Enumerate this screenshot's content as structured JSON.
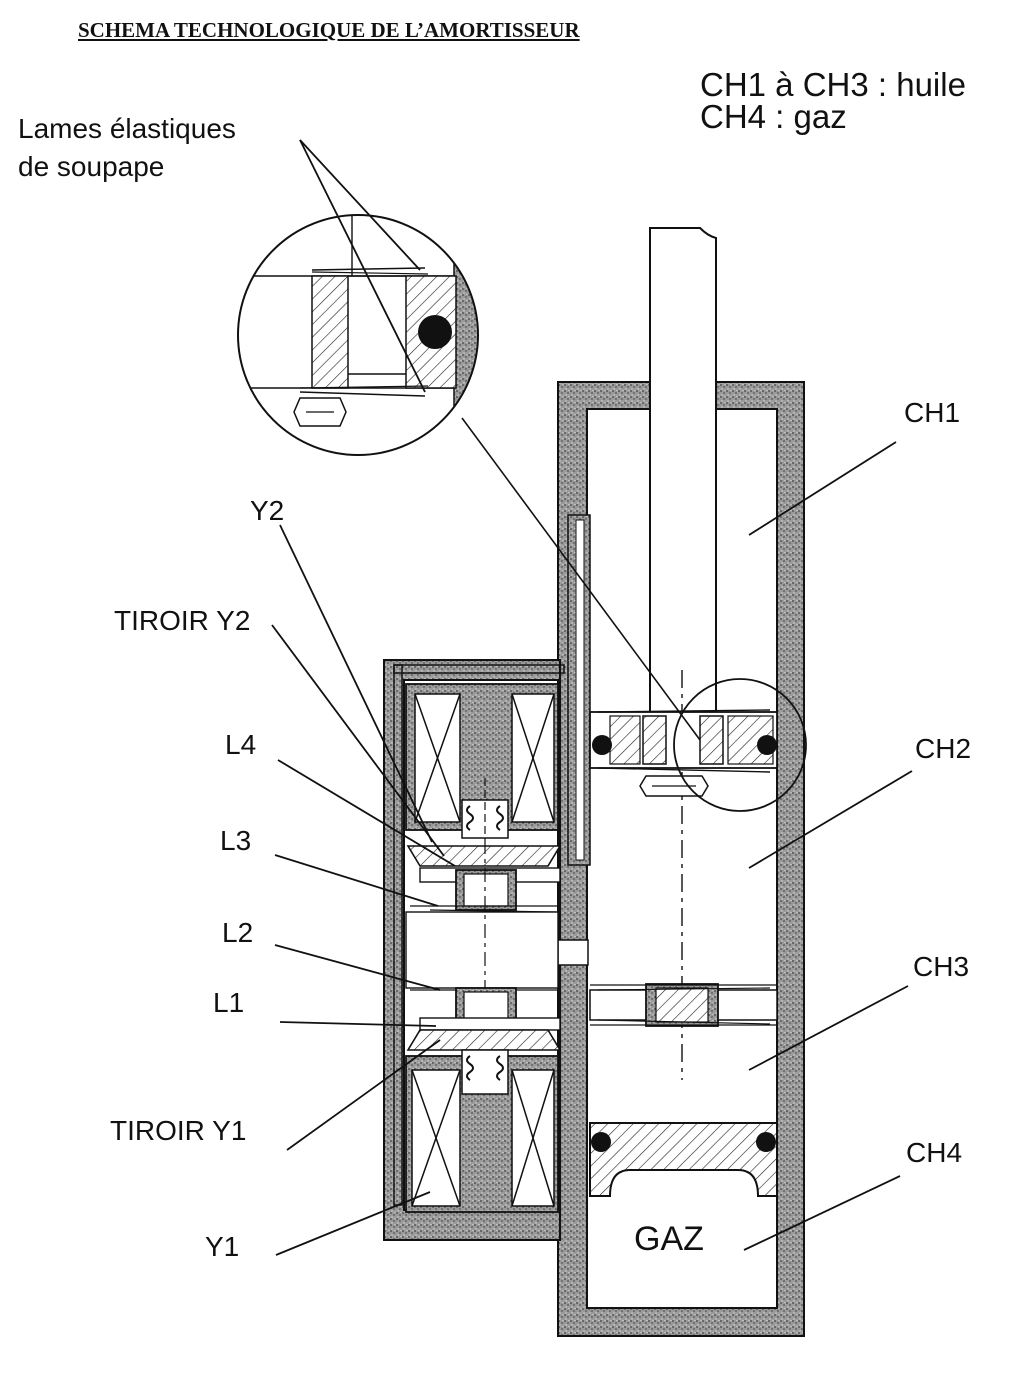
{
  "title": "SCHEMA TECHNOLOGIQUE DE L’AMORTISSEUR",
  "legend": {
    "oil": "CH1 à CH3 : huile",
    "gas": "CH4 : gaz"
  },
  "labels": {
    "lames_line1": "Lames élastiques",
    "lames_line2": "de soupape",
    "y2": "Y2",
    "tiroir_y2": "TIROIR Y2",
    "l4": "L4",
    "l3": "L3",
    "l2": "L2",
    "l1": "L1",
    "tiroir_y1": "TIROIR Y1",
    "y1": "Y1",
    "ch1": "CH1",
    "ch2": "CH2",
    "ch3": "CH3",
    "ch4": "CH4",
    "gaz": "GAZ"
  },
  "colors": {
    "ink": "#111111",
    "wall_texture": "#8a8a8a"
  }
}
